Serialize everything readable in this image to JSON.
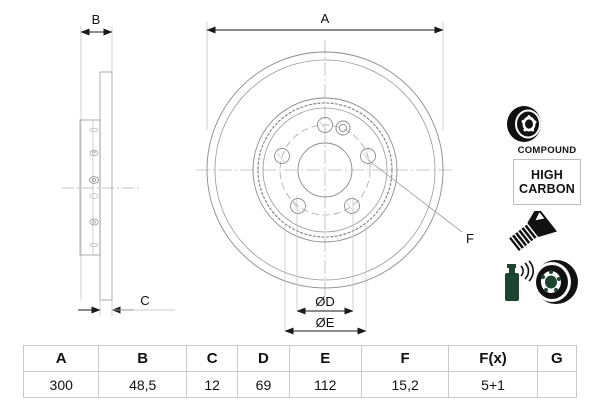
{
  "drawing": {
    "title": "brake-disc-technical-drawing",
    "side_view": {
      "dimension_b": "B",
      "dimension_c": "C"
    },
    "face_view": {
      "dimension_a": "A",
      "dimension_d": "ØD",
      "dimension_e": "ØE",
      "callout_f": "F"
    },
    "line_color": "#8f8f8f",
    "dim_color": "#1a1a1a"
  },
  "badges": {
    "compound": {
      "icon": "brake-disc-icon",
      "label": "COMPOUND"
    },
    "high_carbon": {
      "line1": "HIGH",
      "line2": "CARBON"
    },
    "screw": {
      "icon": "countersunk-screw-icon"
    },
    "coated": {
      "icon": "spray-can-disc-icon",
      "can_color": "#1d4430"
    }
  },
  "table": {
    "headers": [
      "A",
      "B",
      "C",
      "D",
      "E",
      "F",
      "F(x)",
      "G"
    ],
    "values": [
      "300",
      "48,5",
      "12",
      "69",
      "112",
      "15,2",
      "5+1",
      ""
    ]
  }
}
